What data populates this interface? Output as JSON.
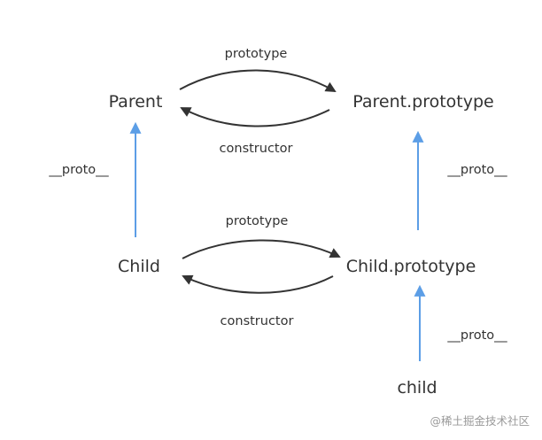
{
  "nodes": {
    "parent": "Parent",
    "parent_prototype": "Parent.prototype",
    "child": "Child",
    "child_prototype": "Child.prototype",
    "child_instance": "child"
  },
  "edges": {
    "prototype_top": "prototype",
    "constructor_top": "constructor",
    "prototype_bottom": "prototype",
    "constructor_bottom": "constructor",
    "proto_left": "__proto__",
    "proto_right_top": "__proto__",
    "proto_right_bottom": "__proto__"
  },
  "watermark": "@稀土掘金技术社区",
  "colors": {
    "curve_arrow": "#333333",
    "proto_arrow": "#5c9ee6"
  }
}
